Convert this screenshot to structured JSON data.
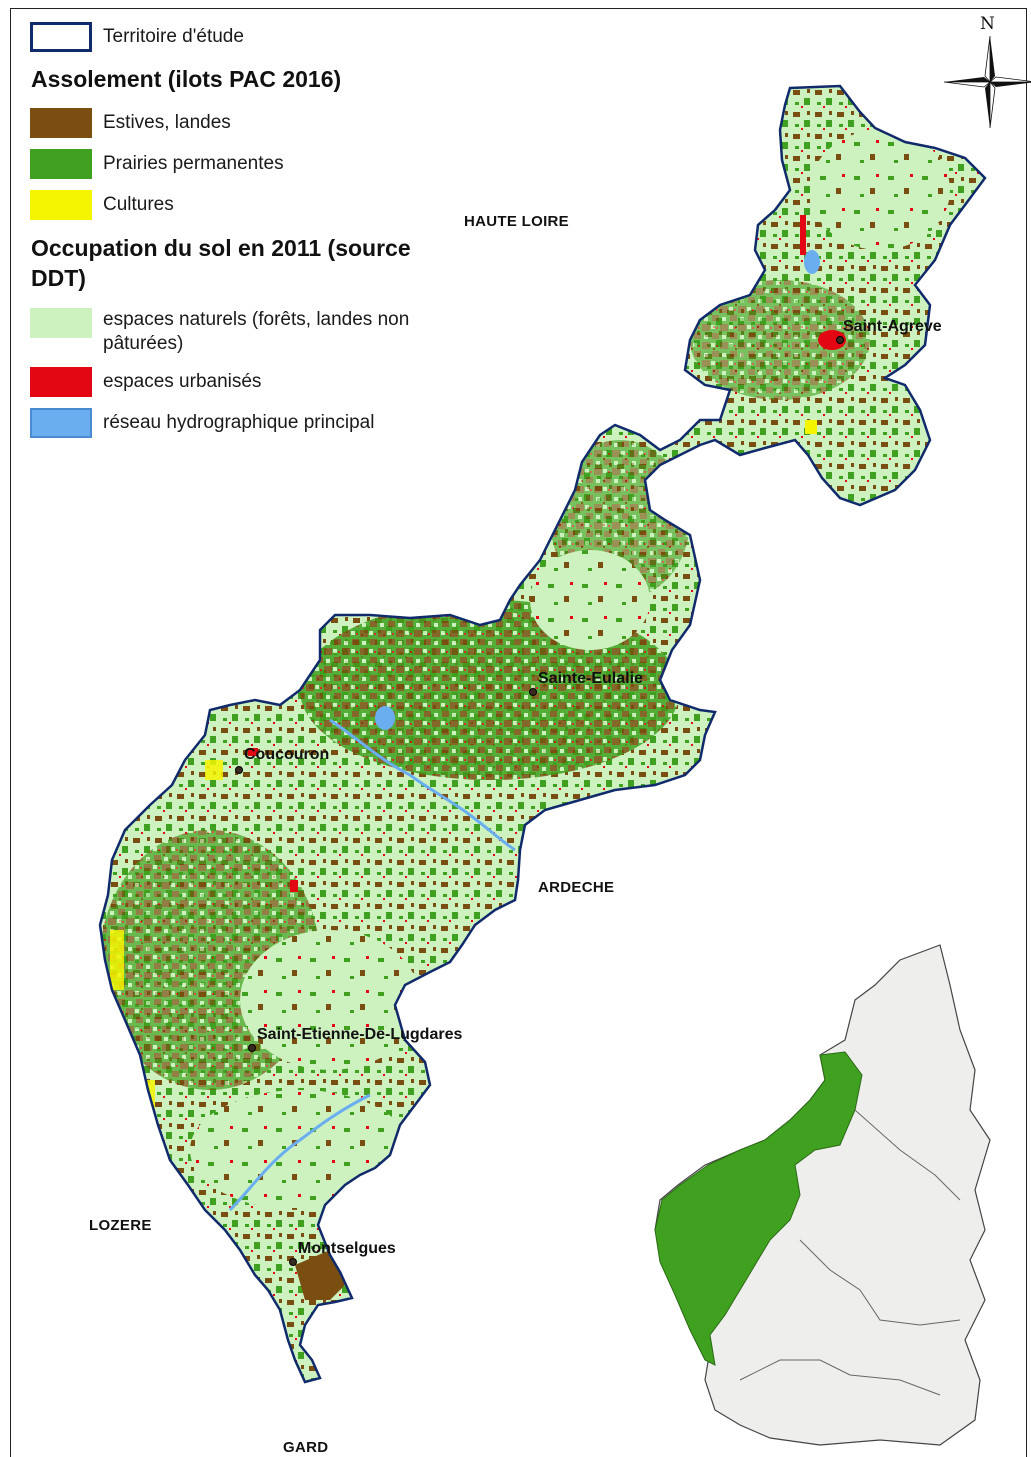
{
  "legend": {
    "study_area": "Territoire d'étude",
    "heading_assolement": "Assolement (ilots PAC 2016)",
    "assolement_items": [
      {
        "label": "Estives, landes",
        "color": "#7a4e10"
      },
      {
        "label": "Prairies permanentes",
        "color": "#3fa11f"
      },
      {
        "label": "Cultures",
        "color": "#f5f500"
      }
    ],
    "heading_occupation_line1": "Occupation du sol en 2011 (source",
    "heading_occupation_line2": "DDT)",
    "occupation_items": [
      {
        "label_line1": "espaces naturels (forêts, landes non",
        "label_line2": "pâturées)",
        "color": "#cdf2c0"
      },
      {
        "label_line1": "espaces urbanisés",
        "label_line2": "",
        "color": "#e30613"
      },
      {
        "label_line1": "réseau hydrographique principal",
        "label_line2": "",
        "color": "#6aaef0"
      }
    ]
  },
  "regions": {
    "haute_loire": "HAUTE LOIRE",
    "ardeche": "ARDECHE",
    "lozere": "LOZERE",
    "gard": "GARD"
  },
  "towns": {
    "saint_agreve": "Saint-Agreve",
    "sainte_eulalie": "Sainte-Eulalie",
    "coucouron": "Coucouron",
    "saint_etienne": "Saint-Etienne-De-Lugdares",
    "montselgues": "Montselgues"
  },
  "north_arrow": "N",
  "colors": {
    "outline": "#102a6b",
    "natural": "#cdf2c0",
    "estives": "#7a4e10",
    "prairies": "#3fa11f",
    "cultures": "#f5f500",
    "urban": "#e30613",
    "water": "#6aaef0",
    "inset_fill": "#eeeeec",
    "inset_highlight": "#3fa11f"
  }
}
